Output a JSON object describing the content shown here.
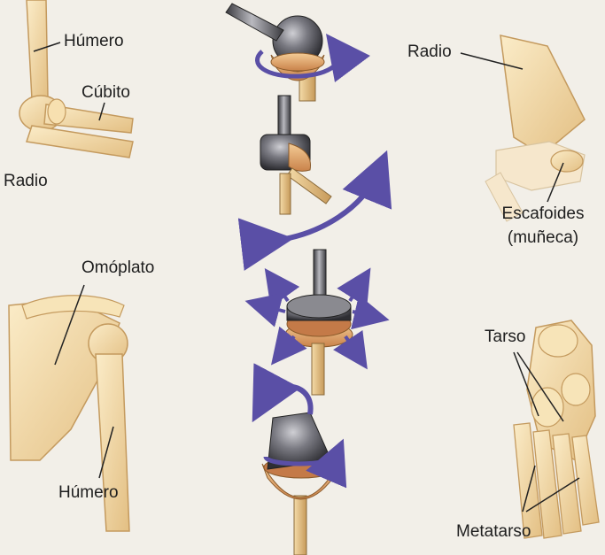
{
  "labels": {
    "humero_top": "Húmero",
    "cubito": "Cúbito",
    "radio_left": "Radio",
    "radio_right": "Radio",
    "escafoides": "Escafoides",
    "muneca": "(muñeca)",
    "omoplato": "Omóplato",
    "humero_bottom": "Húmero",
    "tarso": "Tarso",
    "metatarso": "Metatarso"
  },
  "colors": {
    "background": "#f2efe8",
    "bone": "#f2d9a8",
    "bone_shadow": "#d9b57a",
    "joint_metal": "#5d5d62",
    "joint_socket": "#e0a26a",
    "arrow": "#5a4fa6",
    "leader_line": "#222222"
  }
}
